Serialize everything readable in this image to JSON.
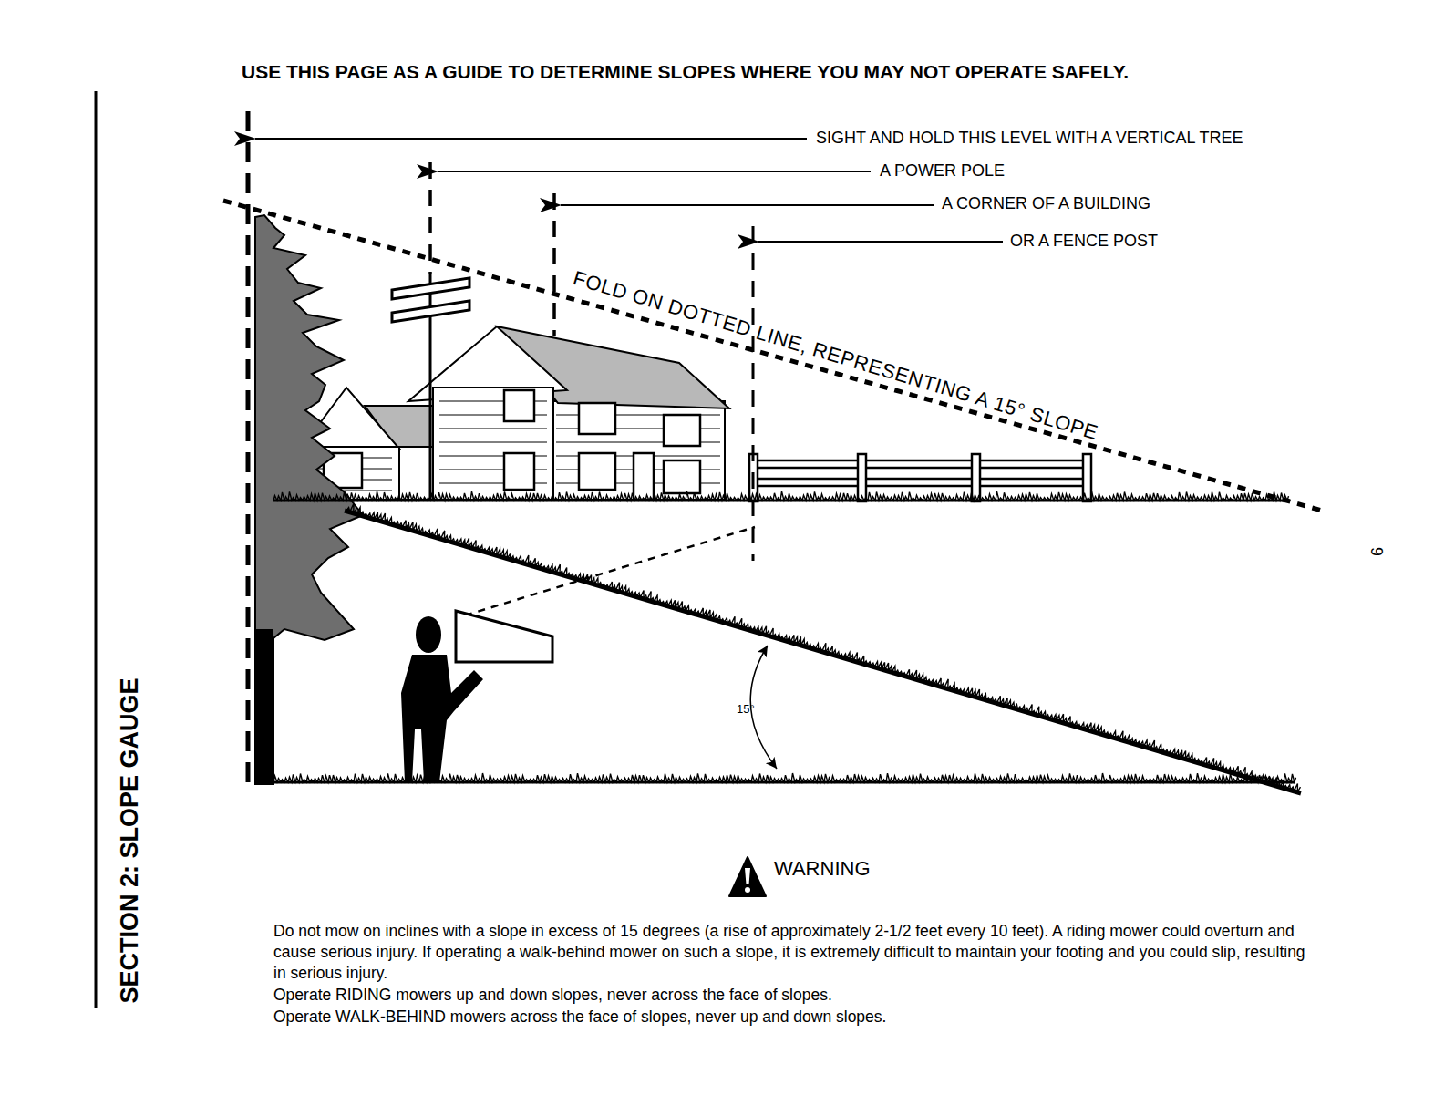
{
  "diagram": {
    "title": "USE THIS PAGE AS A GUIDE TO DETERMINE SLOPES WHERE YOU MAY NOT OPERATE SAFELY.",
    "labels": [
      "SIGHT AND HOLD THIS LEVEL WITH A VERTICAL TREE",
      "A POWER POLE",
      "A CORNER OF A BUILDING",
      "OR A FENCE POST",
      "FOLD ON DOTTED LINE, REPRESENTING A 15° SLOPE",
      "15°",
      "WARNING",
      "Do not mow on inclines with a slope in excess of 15 degrees (a rise of approximately 2-1/2 feet every 10 feet). A riding mower could overturn and cause serious injury. If operating a walk-behind mower on such a slope, it is extremely difficult to maintain your footing and you could slip, resulting in serious injury.",
      "Operate RIDING mowers up and down slopes, never across the face of slopes.",
      "Operate WALK-BEHIND mowers across the face of slopes, never up and down slopes.",
      "SECTION 2: SLOPE GAUGE",
      "6"
    ]
  }
}
